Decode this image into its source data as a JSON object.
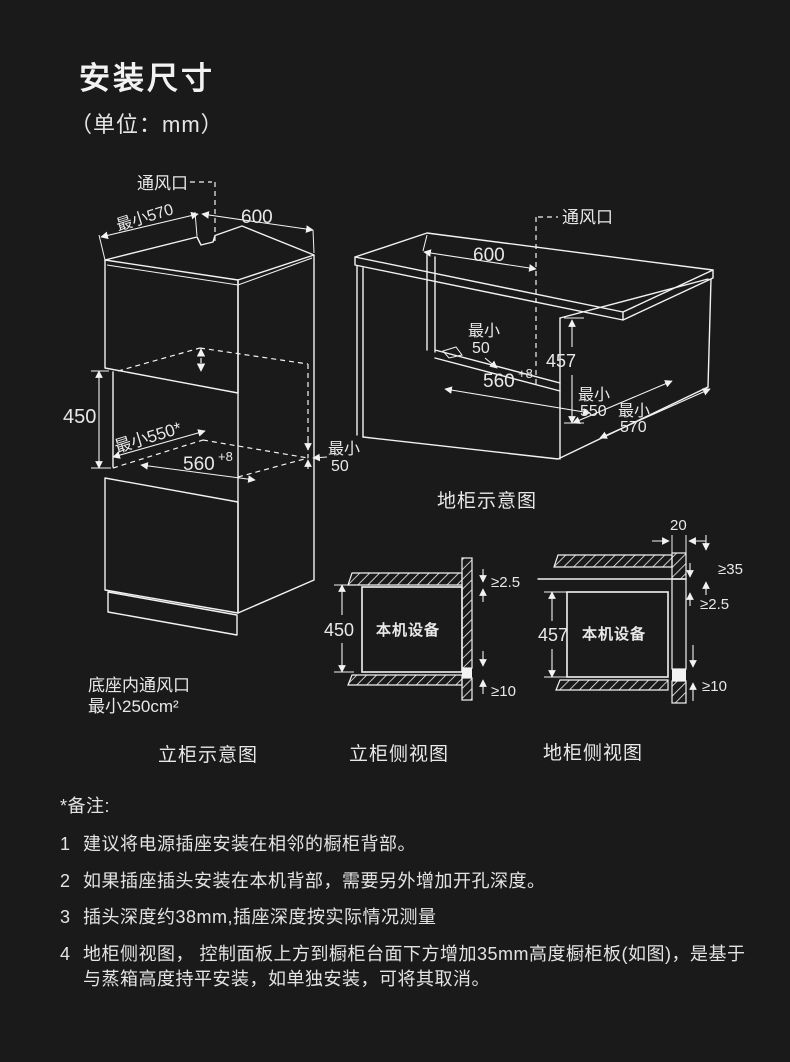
{
  "header": {
    "title": "安装尺寸",
    "unit": "（单位：mm）"
  },
  "colors": {
    "background": "#1a1a1a",
    "line": "#f2f2f2",
    "text": "#e8e8e8"
  },
  "figures": {
    "tall_cabinet": {
      "caption": "立柜示意图",
      "labels": {
        "vent": "通风口",
        "min570": "最小570",
        "w600": "600",
        "h450": "450",
        "min550": "最小550*",
        "d560": "560",
        "d560_sup": "+8",
        "min50_line1": "最小",
        "min50_line2": "50",
        "base_vent_line1": "底座内通风口",
        "base_vent_line2": "最小250cm²"
      }
    },
    "base_cabinet": {
      "caption": "地柜示意图",
      "labels": {
        "vent": "通风口",
        "w600": "600",
        "min50_line1": "最小",
        "min50_line2": "50",
        "h457": "457",
        "d560": "560",
        "d560_sup": "+8",
        "min550_line1": "最小",
        "min550_line2": "550",
        "min570_line1": "最小",
        "min570_line2": "570"
      }
    },
    "tall_side": {
      "caption": "立柜侧视图",
      "labels": {
        "h450": "450",
        "device": "本机设备",
        "gap_top": "≥2.5",
        "gap_bottom": "≥10"
      }
    },
    "base_side": {
      "caption": "地柜侧视图",
      "labels": {
        "w20": "20",
        "gap35": "≥35",
        "gap25": "≥2.5",
        "h457": "457",
        "device": "本机设备",
        "gap10": "≥10"
      }
    }
  },
  "notes": {
    "heading": "*备注:",
    "items": [
      {
        "num": "1",
        "text": "建议将电源插座安装在相邻的橱柜背部。"
      },
      {
        "num": "2",
        "text": "如果插座插头安装在本机背部，需要另外增加开孔深度。"
      },
      {
        "num": "3",
        "text": "插头深度约38mm,插座深度按实际情况测量"
      },
      {
        "num": "4",
        "text": "地柜侧视图， 控制面板上方到橱柜台面下方增加35mm高度橱柜板(如图)，是基于",
        "text2": "与蒸箱高度持平安装，如单独安装，可将其取消。"
      }
    ]
  }
}
